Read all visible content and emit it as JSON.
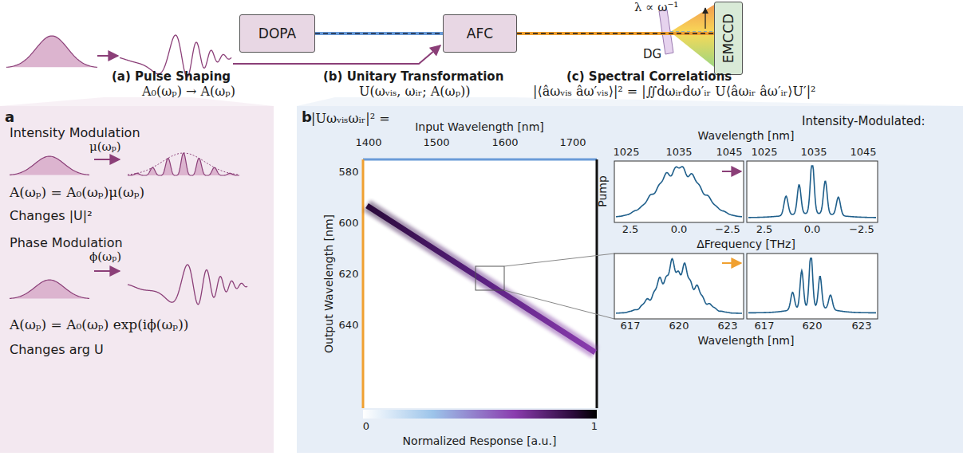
{
  "diagram": {
    "nodes": [
      {
        "text": [
          "DOPA"
        ]
      },
      {
        "text": [
          "AFC"
        ]
      },
      {
        "text": [
          "EMCCD"
        ]
      },
      {
        "text": [
          "a"
        ]
      },
      {
        "text": [
          "b"
        ]
      }
    ],
    "edges": [
      {
        "from": 0,
        "to": 1,
        "arrow": "none"
      },
      {
        "from": 1,
        "to": 2,
        "arrow": "none"
      }
    ],
    "labels": [
      "λ ∝ ω⁻¹",
      "DG",
      "(a) Pulse Shaping",
      "A₀(ωₚ) → A(ωₚ)",
      "(b) Unitary Transformation",
      "U(ωᵥᵢₛ, ωᵢᵣ; A(ωₚ))",
      "(c) Spectral Correlations",
      "|⟨âωᵥᵢₛ âω′ᵥᵢₛ⟩|² = |∬dωᵢᵣdω′ᵢᵣ U⟨âωᵢᵣ âω′ᵢᵣ⟩U′|²",
      "Intensity Modulation",
      "μ(ωₚ)",
      "A(ωₚ) = A₀(ωₚ)μ(ωₚ)",
      "Changes |U|²",
      "Phase Modulation",
      "ϕ(ωₚ)",
      "A(ωₚ) = A₀(ωₚ) exp(iϕ(ωₚ))",
      "Changes arg U",
      "|Uωᵥᵢₛωᵢᵣ|² =",
      "Input Wavelength [nm]",
      "1400",
      "1500",
      "1600",
      "1700",
      "Output Wavelength [nm]",
      "580",
      "600",
      "620",
      "640",
      "0",
      "1",
      "Normalized Response [a.u.]",
      "Intensity-Modulated:",
      "Wavelength [nm]",
      "1025",
      "1035",
      "1045",
      "1025",
      "1035",
      "1045",
      "Pump",
      "2.5",
      "0.0",
      "−2.5",
      "2.5",
      "0.0",
      "−2.5",
      "ΔFrequency [THz]",
      "617",
      "620",
      "623",
      "617",
      "620",
      "623",
      "Wavelength [nm]"
    ]
  }
}
